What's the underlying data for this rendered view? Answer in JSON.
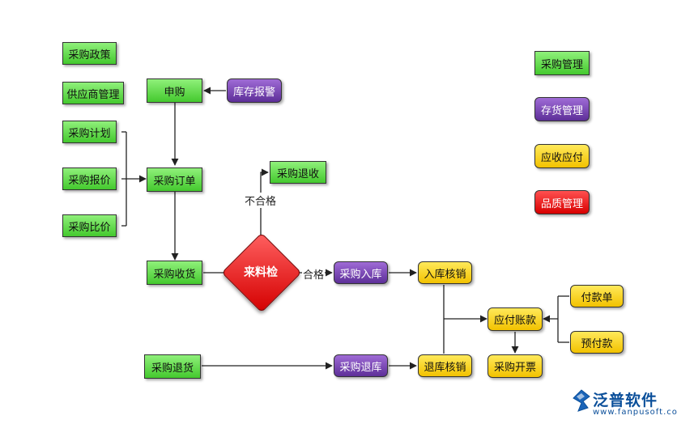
{
  "nodes": {
    "cgzc": "采购政策",
    "gysgl": "供应商管理",
    "cgjh": "采购计划",
    "cgbj": "采购报价",
    "cgbijia": "采购比价",
    "shengou": "申购",
    "kcbj": "库存报警",
    "cgdd": "采购订单",
    "cgtuishou": "采购退收",
    "cgsh": "采购收货",
    "lljian": "来料检",
    "cgrk": "采购入库",
    "rkhx": "入库核销",
    "cgthuo": "采购退货",
    "cgtk": "采购退库",
    "tkhx": "退库核销",
    "yfzk": "应付账款",
    "fkd": "付款单",
    "yfk": "预付款",
    "cgkp": "采购开票"
  },
  "edge_labels": {
    "fail": "不合格",
    "pass": "合格"
  },
  "legend": {
    "procurement": "采购管理",
    "inventory": "存货管理",
    "receivable_payable": "应收应付",
    "quality": "品质管理"
  },
  "logo": {
    "name": "泛普软件",
    "url": "www.fanpusoft.com"
  },
  "colors": {
    "green": "#44c92e",
    "purple": "#5d2f98",
    "yellow": "#f2c200",
    "red": "#d80000"
  }
}
